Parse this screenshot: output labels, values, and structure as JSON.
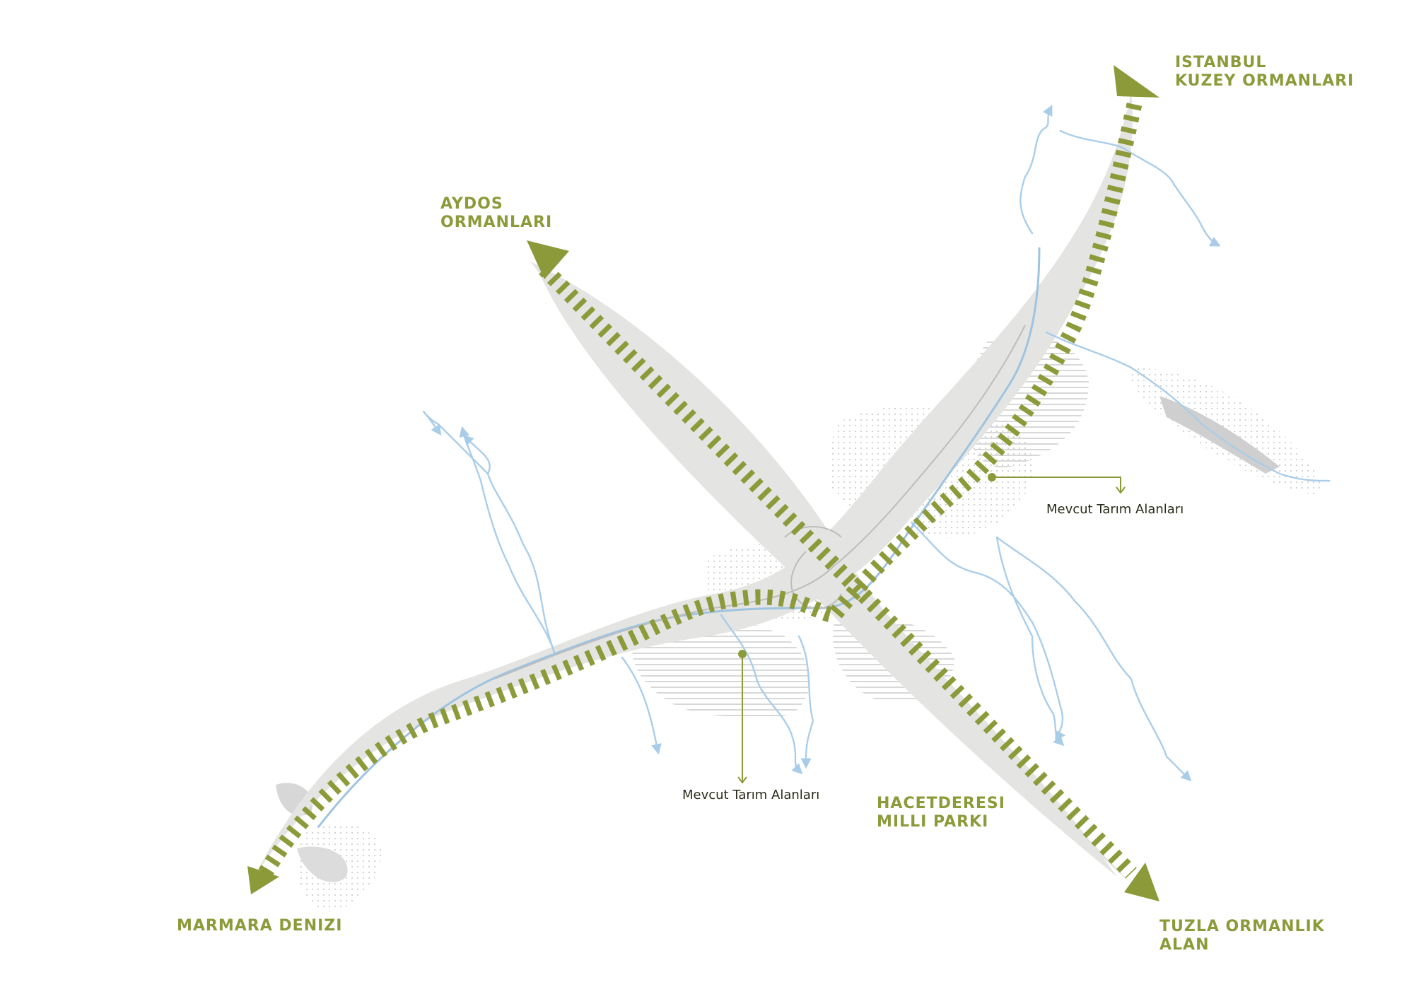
{
  "destinations": {
    "istanbul_north": {
      "line1": "ISTANBUL",
      "line2": "KUZEY ORMANLARI"
    },
    "aydos": {
      "line1": "AYDOS",
      "line2": "ORMANLARI"
    },
    "marmara": {
      "line1": "MARMARA DENIZI"
    },
    "hacetderesi": {
      "line1": "HACETDERESI",
      "line2": "MILLI PARKI"
    },
    "tuzla": {
      "line1": "TUZLA ORMANLIK",
      "line2": "ALAN"
    }
  },
  "annotations": {
    "farmland_east": "Mevcut Tarım Alanları",
    "farmland_center": "Mevcut Tarım Alanları"
  },
  "colors": {
    "corridor_green": "#8c9a3a",
    "corridor_halo": "#e3e3e1",
    "stream_blue": "#a9cde8",
    "farmland_gray": "#d9d9d9",
    "background": "#ffffff"
  },
  "icons": {
    "arrow_head": "triangle-arrow-icon",
    "stream_end": "stream-arrow-icon",
    "annotation_marker": "dot-marker-icon"
  }
}
